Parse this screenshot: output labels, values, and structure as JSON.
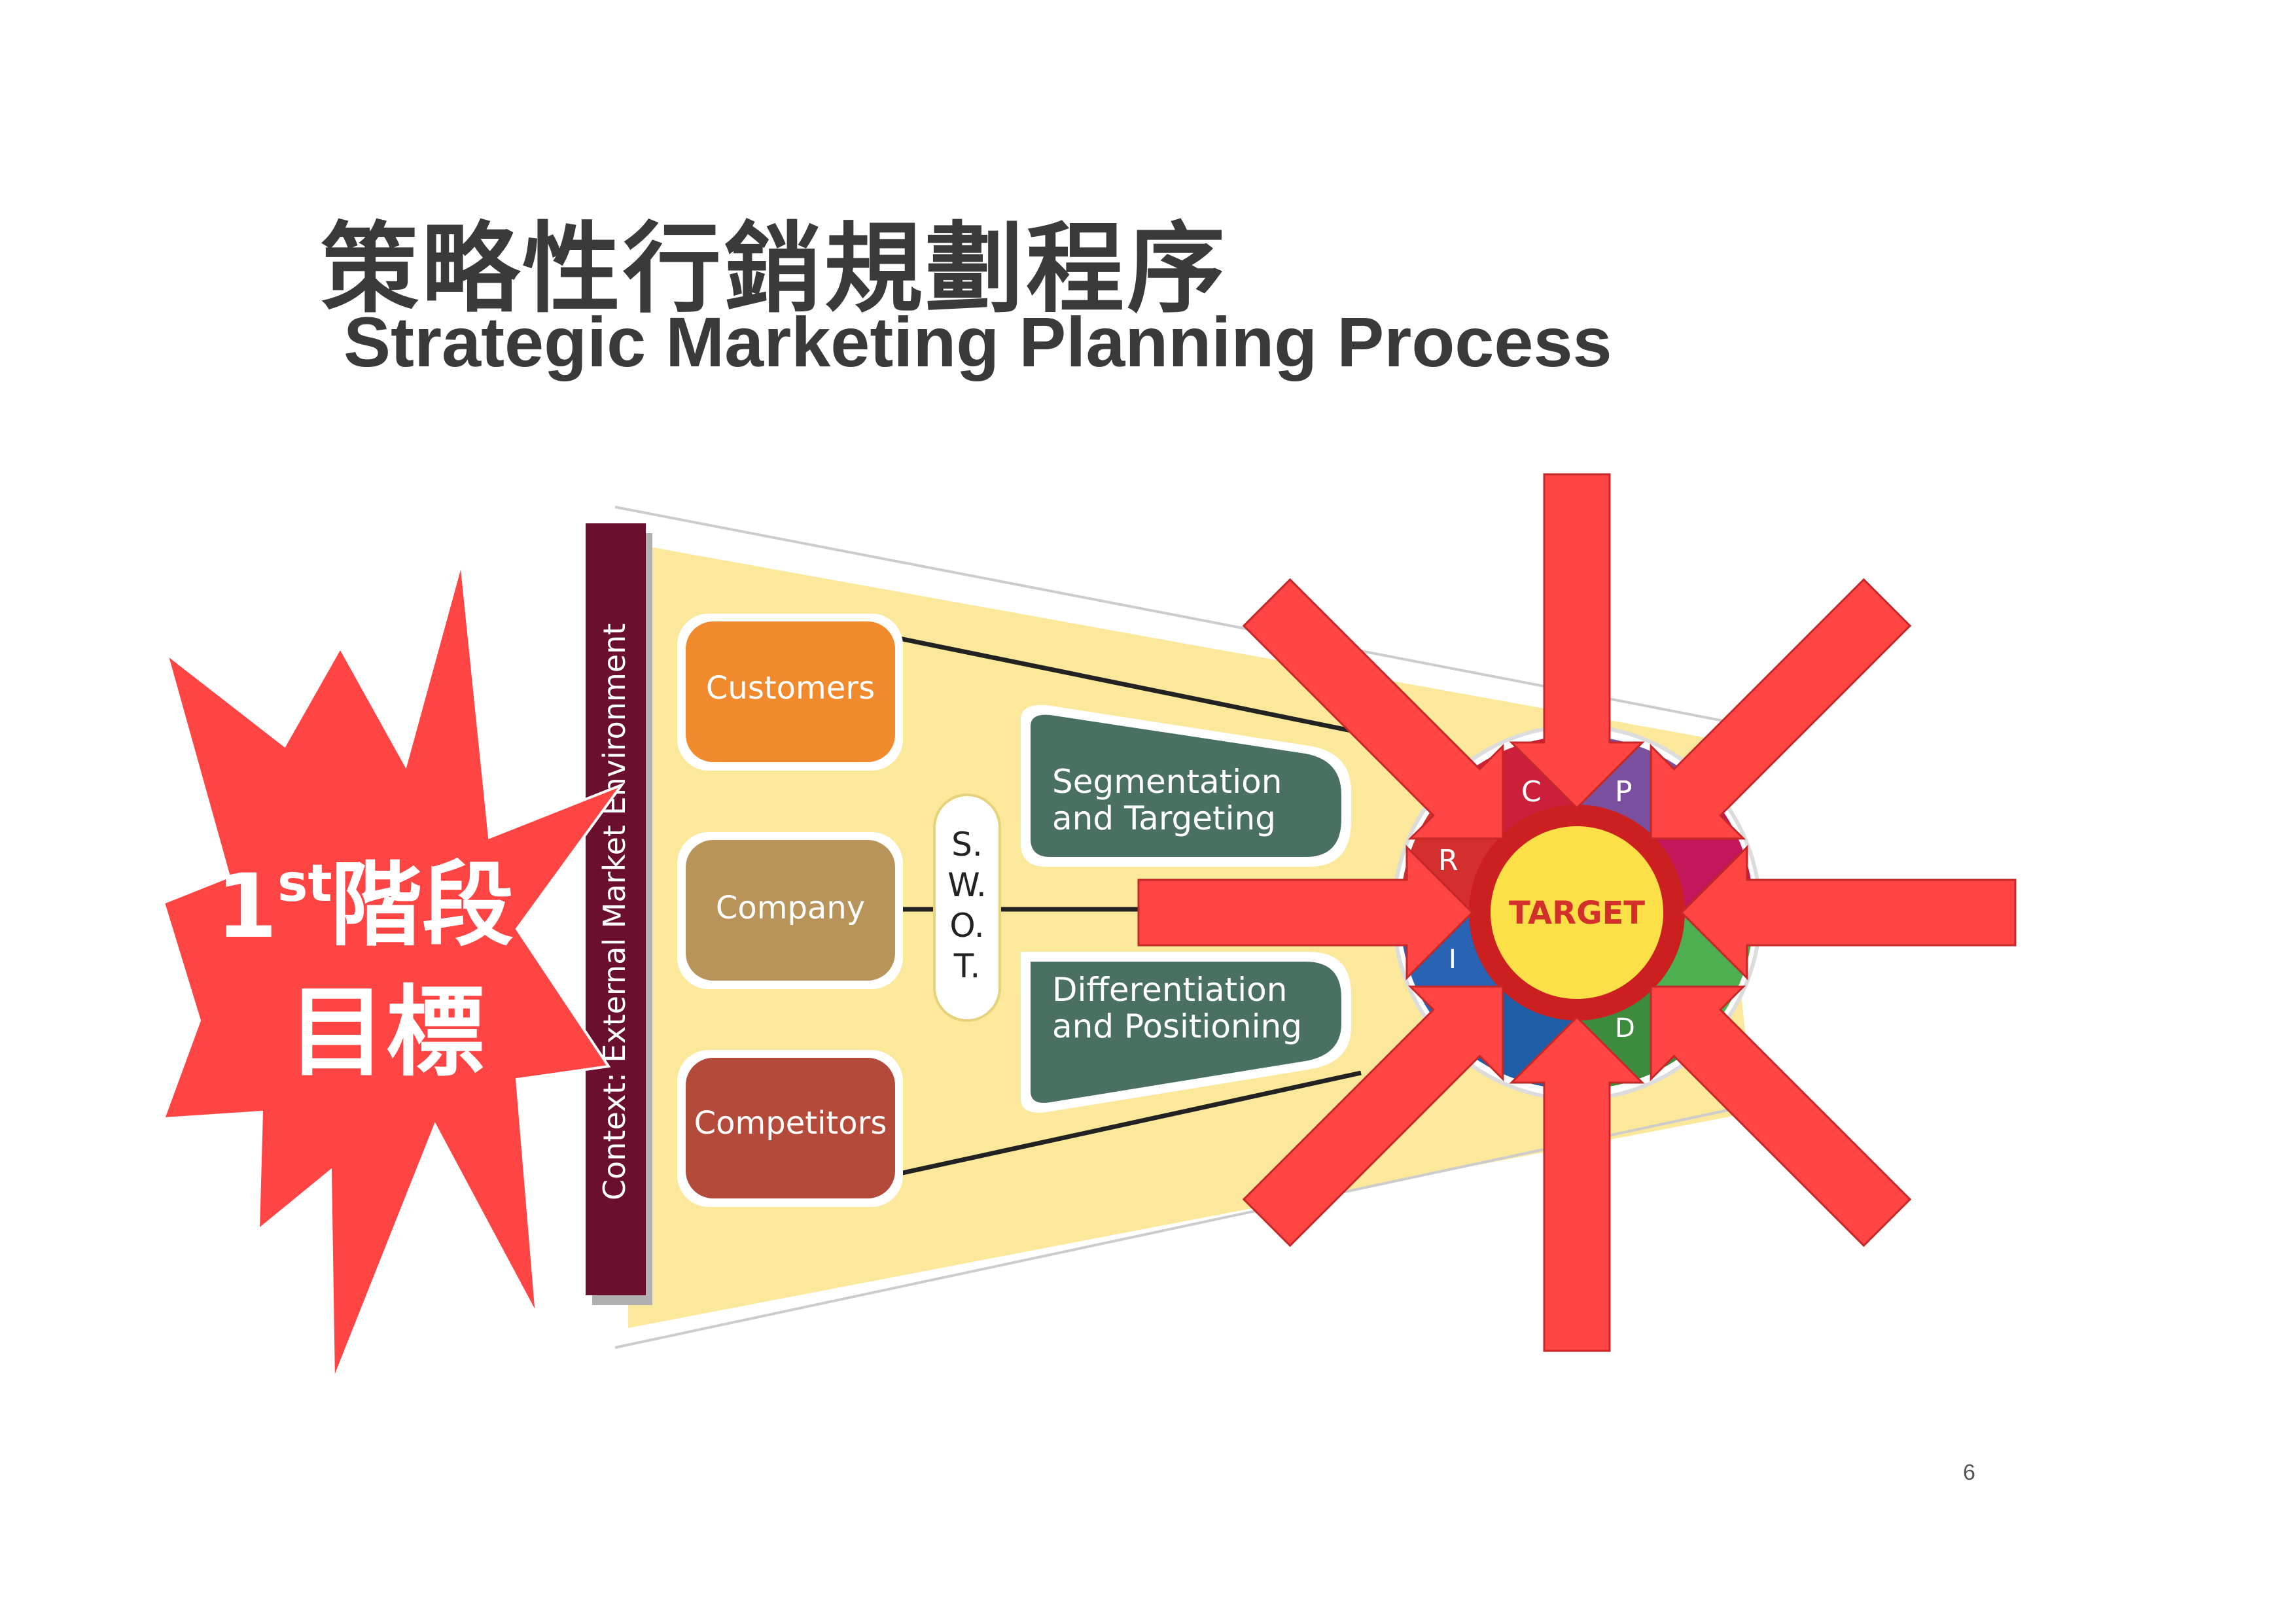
{
  "title_zh": "策略性行銷規劃程序",
  "title_en": "Strategic Marketing Planning Process",
  "page_number": "6",
  "context_label": "Context: External Market Environment",
  "boxes": {
    "customers": "Customers",
    "company": "Company",
    "competitors": "Competitors"
  },
  "swot": [
    "S.",
    "W.",
    "O.",
    "T."
  ],
  "segments": {
    "segmentation": [
      "Segmentation",
      "and Targeting"
    ],
    "differentiation": [
      "Differentiation",
      "and Positioning"
    ]
  },
  "target_label": "TARGET",
  "wheel_letters": [
    "C",
    "P",
    "R",
    "D",
    "I"
  ],
  "burst": {
    "number": "1",
    "superscript": "st",
    "line1": "階段",
    "line2": "目標"
  },
  "colors": {
    "customers": "#f08a2c",
    "company": "#b8945a",
    "competitors": "#b34a3a",
    "teal": "#4a7062",
    "maroon": "#6a0f2e",
    "funnel": "#fbe89a",
    "arrow_red": "#ff4444",
    "target_yellow": "#fde047",
    "target_text": "#d1312a"
  }
}
